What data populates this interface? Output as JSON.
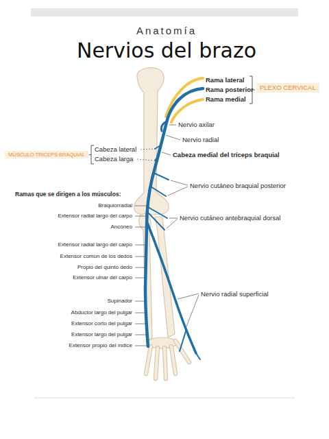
{
  "diagram": {
    "title": "Nervios del brazo",
    "nodes": [
      {
        "text": [
          "PLEXO CERVICAL"
        ]
      },
      {
        "text": [
          "MÚSCULO TRICEPS BRAQUIAL"
        ]
      }
    ],
    "labels": [
      "Anatomía",
      "Rama lateral",
      "Rama posterior",
      "Rama medial",
      "Nervio axilar",
      "Nervio radial",
      "Cabeza lateral",
      "Cabeza medial del tríceps braquial",
      "Cabeza larga",
      "Nervio cutáneo braquial posterior",
      "Ramas que se dirigen a los músculos:",
      "Braquiorradial",
      "Extensor radial largo del carpo",
      "Nervio cutáneo antebraquial dorsal",
      "Ancóneo",
      "Extensor radial largo del carpo",
      "Extensor común de los dedos",
      "Propio del quinto dedo",
      "Extensor ulnar del carpo",
      "Nervio radial superficial",
      "Supinador",
      "Abductor largo del pulgar",
      "Extensor corto del pulgar",
      "Extensor largo del pulgar",
      "Extensor propio del índice"
    ]
  }
}
